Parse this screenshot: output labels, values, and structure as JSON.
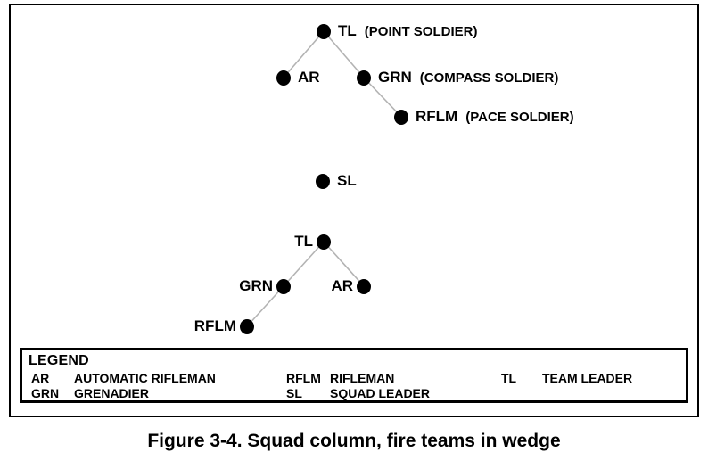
{
  "figure": {
    "caption": "Figure 3-4. Squad column, fire teams in wedge"
  },
  "formation": {
    "lead_team": {
      "tl": {
        "label": "TL",
        "note": "(POINT SOLDIER)"
      },
      "ar": {
        "label": "AR"
      },
      "grn": {
        "label": "GRN",
        "note": "(COMPASS SOLDIER)"
      },
      "rflm": {
        "label": "RFLM",
        "note": "(PACE SOLDIER)"
      }
    },
    "squad_leader": {
      "label": "SL"
    },
    "trail_team": {
      "tl": {
        "label": "TL"
      },
      "grn": {
        "label": "GRN"
      },
      "ar": {
        "label": "AR"
      },
      "rflm": {
        "label": "RFLM"
      }
    }
  },
  "legend": {
    "title": "LEGEND",
    "entries": [
      {
        "abbr": "AR",
        "meaning": "AUTOMATIC RIFLEMAN"
      },
      {
        "abbr": "GRN",
        "meaning": "GRENADIER"
      },
      {
        "abbr": "RFLM",
        "meaning": "RIFLEMAN"
      },
      {
        "abbr": "SL",
        "meaning": "SQUAD LEADER"
      },
      {
        "abbr": "TL",
        "meaning": "TEAM LEADER"
      }
    ]
  },
  "colors": {
    "background": "#ffffff",
    "text": "#000000",
    "dot": "#000000",
    "connector": "#b3b3b3"
  }
}
